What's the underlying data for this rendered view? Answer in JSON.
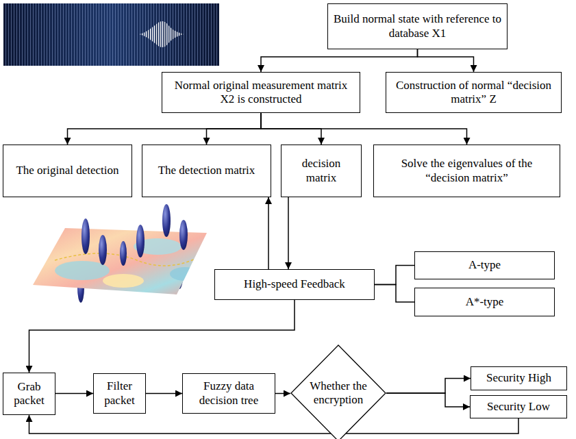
{
  "diagram": {
    "nodes": [
      {
        "text": [
          "Build normal state with reference to database X1"
        ]
      },
      {
        "text": [
          "Normal original measurement matrix X2 is constructed"
        ]
      },
      {
        "text": [
          "Construction of normal “decision matrix” Z"
        ]
      },
      {
        "text": [
          "The original detection"
        ]
      },
      {
        "text": [
          "The detection matrix"
        ]
      },
      {
        "text": [
          "decision matrix"
        ]
      },
      {
        "text": [
          "Solve the eigenvalues of the “decision matrix”"
        ]
      },
      {
        "text": [
          "High-speed Feedback"
        ]
      },
      {
        "text": [
          "A-type"
        ]
      },
      {
        "text": [
          "A*-type"
        ]
      },
      {
        "text": [
          "Grab packet"
        ]
      },
      {
        "text": [
          "Filter packet"
        ]
      },
      {
        "text": [
          "Fuzzy data decision tree"
        ]
      },
      {
        "text": [
          "Whether the encryption"
        ]
      },
      {
        "text": [
          "Security High"
        ]
      },
      {
        "text": [
          "Security Low"
        ]
      }
    ],
    "edges": [
      {
        "from": 0,
        "to": 1,
        "arrow": "to"
      },
      {
        "from": 0,
        "to": 2,
        "arrow": "to"
      },
      {
        "from": 1,
        "to": 3,
        "arrow": "to"
      },
      {
        "from": 1,
        "to": 4,
        "arrow": "to"
      },
      {
        "from": 1,
        "to": 5,
        "arrow": "to"
      },
      {
        "from": 1,
        "to": 6,
        "arrow": "to"
      },
      {
        "from": 7,
        "to": 4,
        "arrow": "to"
      },
      {
        "from": 5,
        "to": 7,
        "arrow": "to"
      },
      {
        "from": 7,
        "to": 8,
        "arrow": "none"
      },
      {
        "from": 7,
        "to": 9,
        "arrow": "none"
      },
      {
        "from": 7,
        "to": 10,
        "arrow": "to"
      },
      {
        "from": 10,
        "to": 11,
        "arrow": "to"
      },
      {
        "from": 11,
        "to": 12,
        "arrow": "to"
      },
      {
        "from": 12,
        "to": 13,
        "arrow": "to"
      },
      {
        "from": 13,
        "to": 14,
        "arrow": "to"
      },
      {
        "from": 13,
        "to": 15,
        "arrow": "to"
      },
      {
        "from": 15,
        "to": 10,
        "arrow": "to"
      }
    ]
  }
}
